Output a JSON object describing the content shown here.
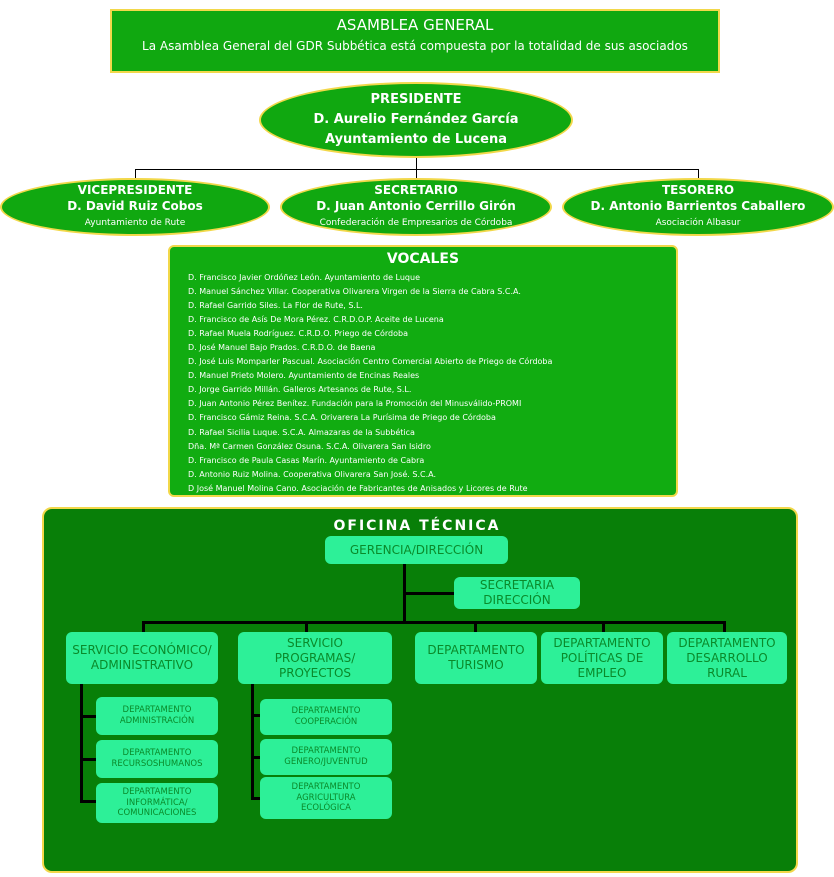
{
  "asamblea": {
    "title": "ASAMBLEA GENERAL",
    "text": "La Asamblea General del GDR Subbética está compuesta por la totalidad de sus asociados"
  },
  "presidente": {
    "role": "PRESIDENTE",
    "name": "D. Aurelio Fernández García",
    "org": "Ayuntamiento de Lucena"
  },
  "vicepresidente": {
    "role": "VICEPRESIDENTE",
    "name": "D. David Ruiz Cobos",
    "org": "Ayuntamiento de Rute"
  },
  "secretario": {
    "role": "SECRETARIO",
    "name": "D. Juan Antonio Cerrillo Girón",
    "org": "Confederación de Empresarios de Córdoba"
  },
  "tesorero": {
    "role": "TESORERO",
    "name": "D. Antonio Barrientos Caballero",
    "org": "Asociación Albasur"
  },
  "vocales": {
    "title": "VOCALES",
    "items": [
      "D. Francisco Javier Ordóñez León. Ayuntamiento de Luque",
      "D. Manuel Sánchez Villar. Cooperativa Olivarera Virgen de la Sierra de Cabra S.C.A.",
      "D. Rafael Garrido Siles. La Flor de Rute, S.L.",
      "D. Francisco de Asís De Mora Pérez. C.R.D.O.P. Aceite de Lucena",
      "D. Rafael Muela Rodríguez. C.R.D.O. Priego de Córdoba",
      "D. José Manuel Bajo Prados. C.R.D.O. de Baena",
      "D. José Luis Momparler Pascual. Asociación Centro Comercial Abierto de Priego de Córdoba",
      "D. Manuel Prieto Molero. Ayuntamiento de Encinas Reales",
      "D. Jorge Garrido Millán. Galleros Artesanos de Rute, S.L.",
      "D. Juan Antonio Pérez Benítez. Fundación para la Promoción del Minusválido-PROMI",
      "D. Francisco Gámiz Reina. S.C.A. Orivarera La Purísima de Priego de Córdoba",
      "D. Rafael Sicilia Luque. S.C.A. Almazaras de la Subbética",
      "Dña. Mª Carmen González Osuna. S.C.A. Olivarera San Isidro",
      "D. Francisco de Paula Casas Marín. Ayuntamiento de Cabra",
      "D. Antonio Ruiz Molina. Cooperativa Olivarera San José. S.C.A.",
      "D José Manuel Molina Cano. Asociación de Fabricantes de Anisados y Licores de Rute"
    ]
  },
  "oficina": {
    "title": "OFICINA TÉCNICA",
    "gerencia": "GERENCIA/DIRECCIÓN",
    "secretaria": "SECRETARIA DIRECCIÓN",
    "departments": [
      "SERVICIO ECONÓMICO/ ADMINISTRATIVO",
      "SERVICIO PROGRAMAS/ PROYECTOS",
      "DEPARTAMENTO TURISMO",
      "DEPARTAMENTO POLÍTICAS DE EMPLEO",
      "DEPARTAMENTO DESARROLLO RURAL"
    ],
    "sub_economico": [
      "DEPARTAMENTO ADMINISTRACIÓN",
      "DEPARTAMENTO RECURSOSHUMANOS",
      "DEPARTAMENTO INFORMÁTICA/ COMUNICACIONES"
    ],
    "sub_programas": [
      "DEPARTAMENTO COOPERACIÓN",
      "DEPARTAMENTO GENERO/JUVENTUD",
      "DEPARTAMENTO AGRICULTURA ECOLÓGICA"
    ]
  },
  "colors": {
    "green": "#10a810",
    "dark_green": "#087f08",
    "light_node": "#2df098",
    "node_text": "#0a8a2a",
    "border": "#f2d84a"
  }
}
